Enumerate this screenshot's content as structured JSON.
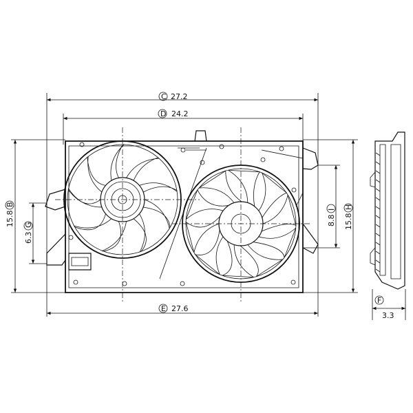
{
  "dimensions": {
    "width_top": {
      "marker": "C",
      "value": "27.2"
    },
    "width_mid": {
      "marker": "D",
      "value": "24.2"
    },
    "width_bottom": {
      "marker": "E",
      "value": "27.6"
    },
    "height_left": {
      "marker": "B",
      "value": "15.8"
    },
    "height_left_inner": {
      "marker": "G",
      "value": "6.3"
    },
    "height_right_inner": {
      "marker": "I",
      "value": "8.8"
    },
    "height_right": {
      "marker": "H",
      "value": "15.8"
    },
    "depth": {
      "marker": "F",
      "value": "3.3"
    }
  }
}
